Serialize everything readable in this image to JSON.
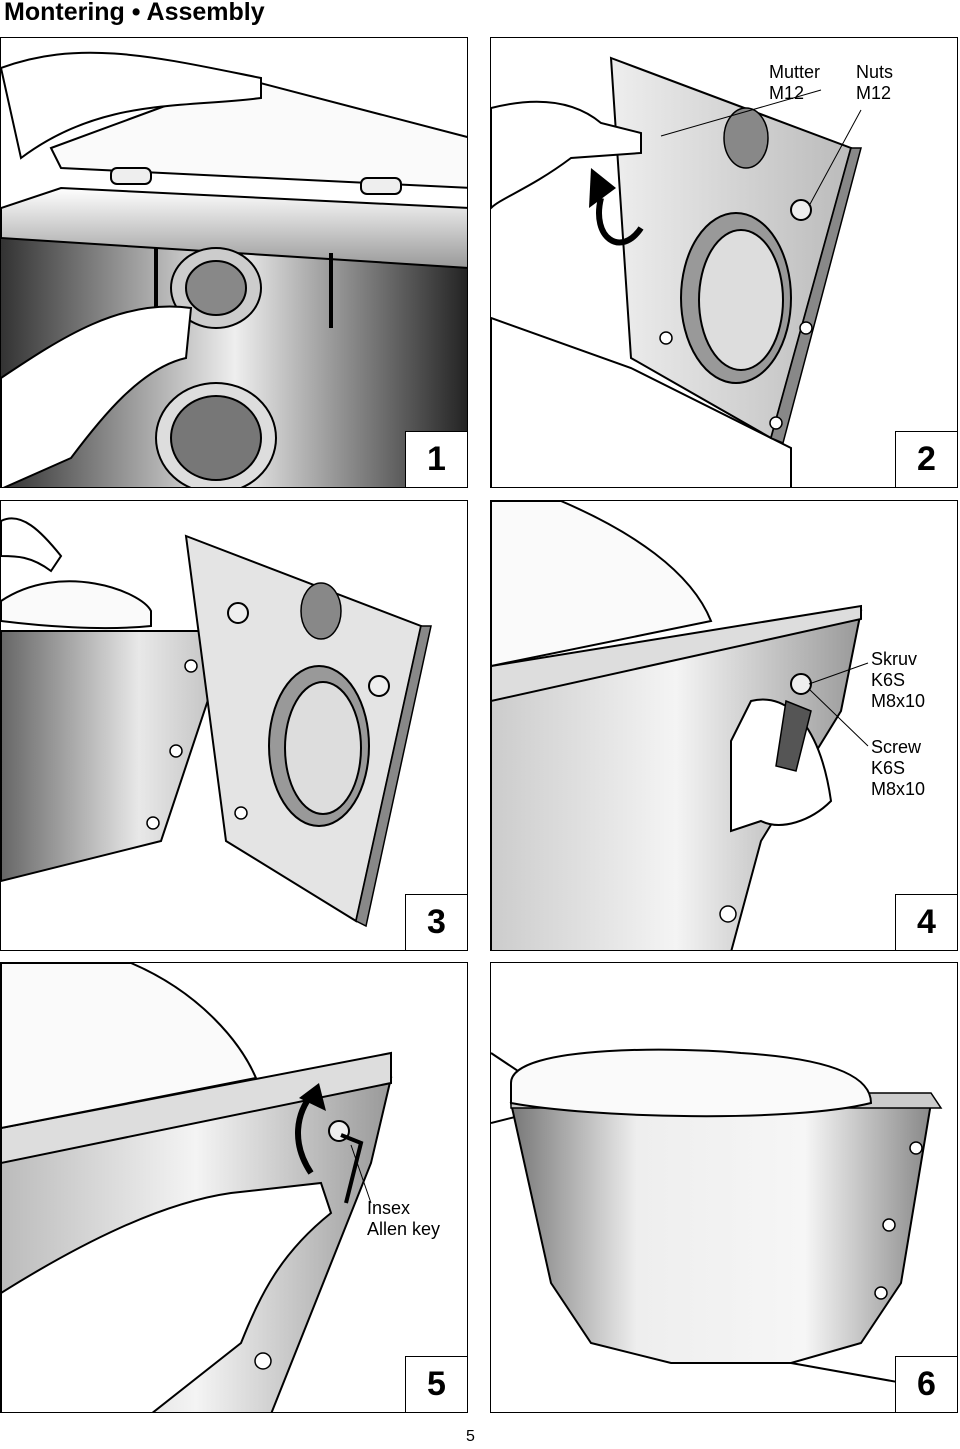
{
  "header": {
    "title": "Montering • Assembly"
  },
  "steps": [
    {
      "number": "1"
    },
    {
      "number": "2",
      "labels": [
        {
          "lines": [
            "Mutter",
            "M12"
          ]
        },
        {
          "lines": [
            "Nuts",
            "M12"
          ]
        }
      ]
    },
    {
      "number": "3"
    },
    {
      "number": "4",
      "labels": [
        {
          "lines": [
            "Skruv",
            "K6S",
            "M8x10"
          ]
        },
        {
          "lines": [
            "Screw",
            "K6S",
            "M8x10"
          ]
        }
      ]
    },
    {
      "number": "5",
      "labels": [
        {
          "lines": [
            "Insex",
            "Allen key"
          ]
        }
      ]
    },
    {
      "number": "6"
    }
  ],
  "footer": {
    "page_number": "5"
  }
}
